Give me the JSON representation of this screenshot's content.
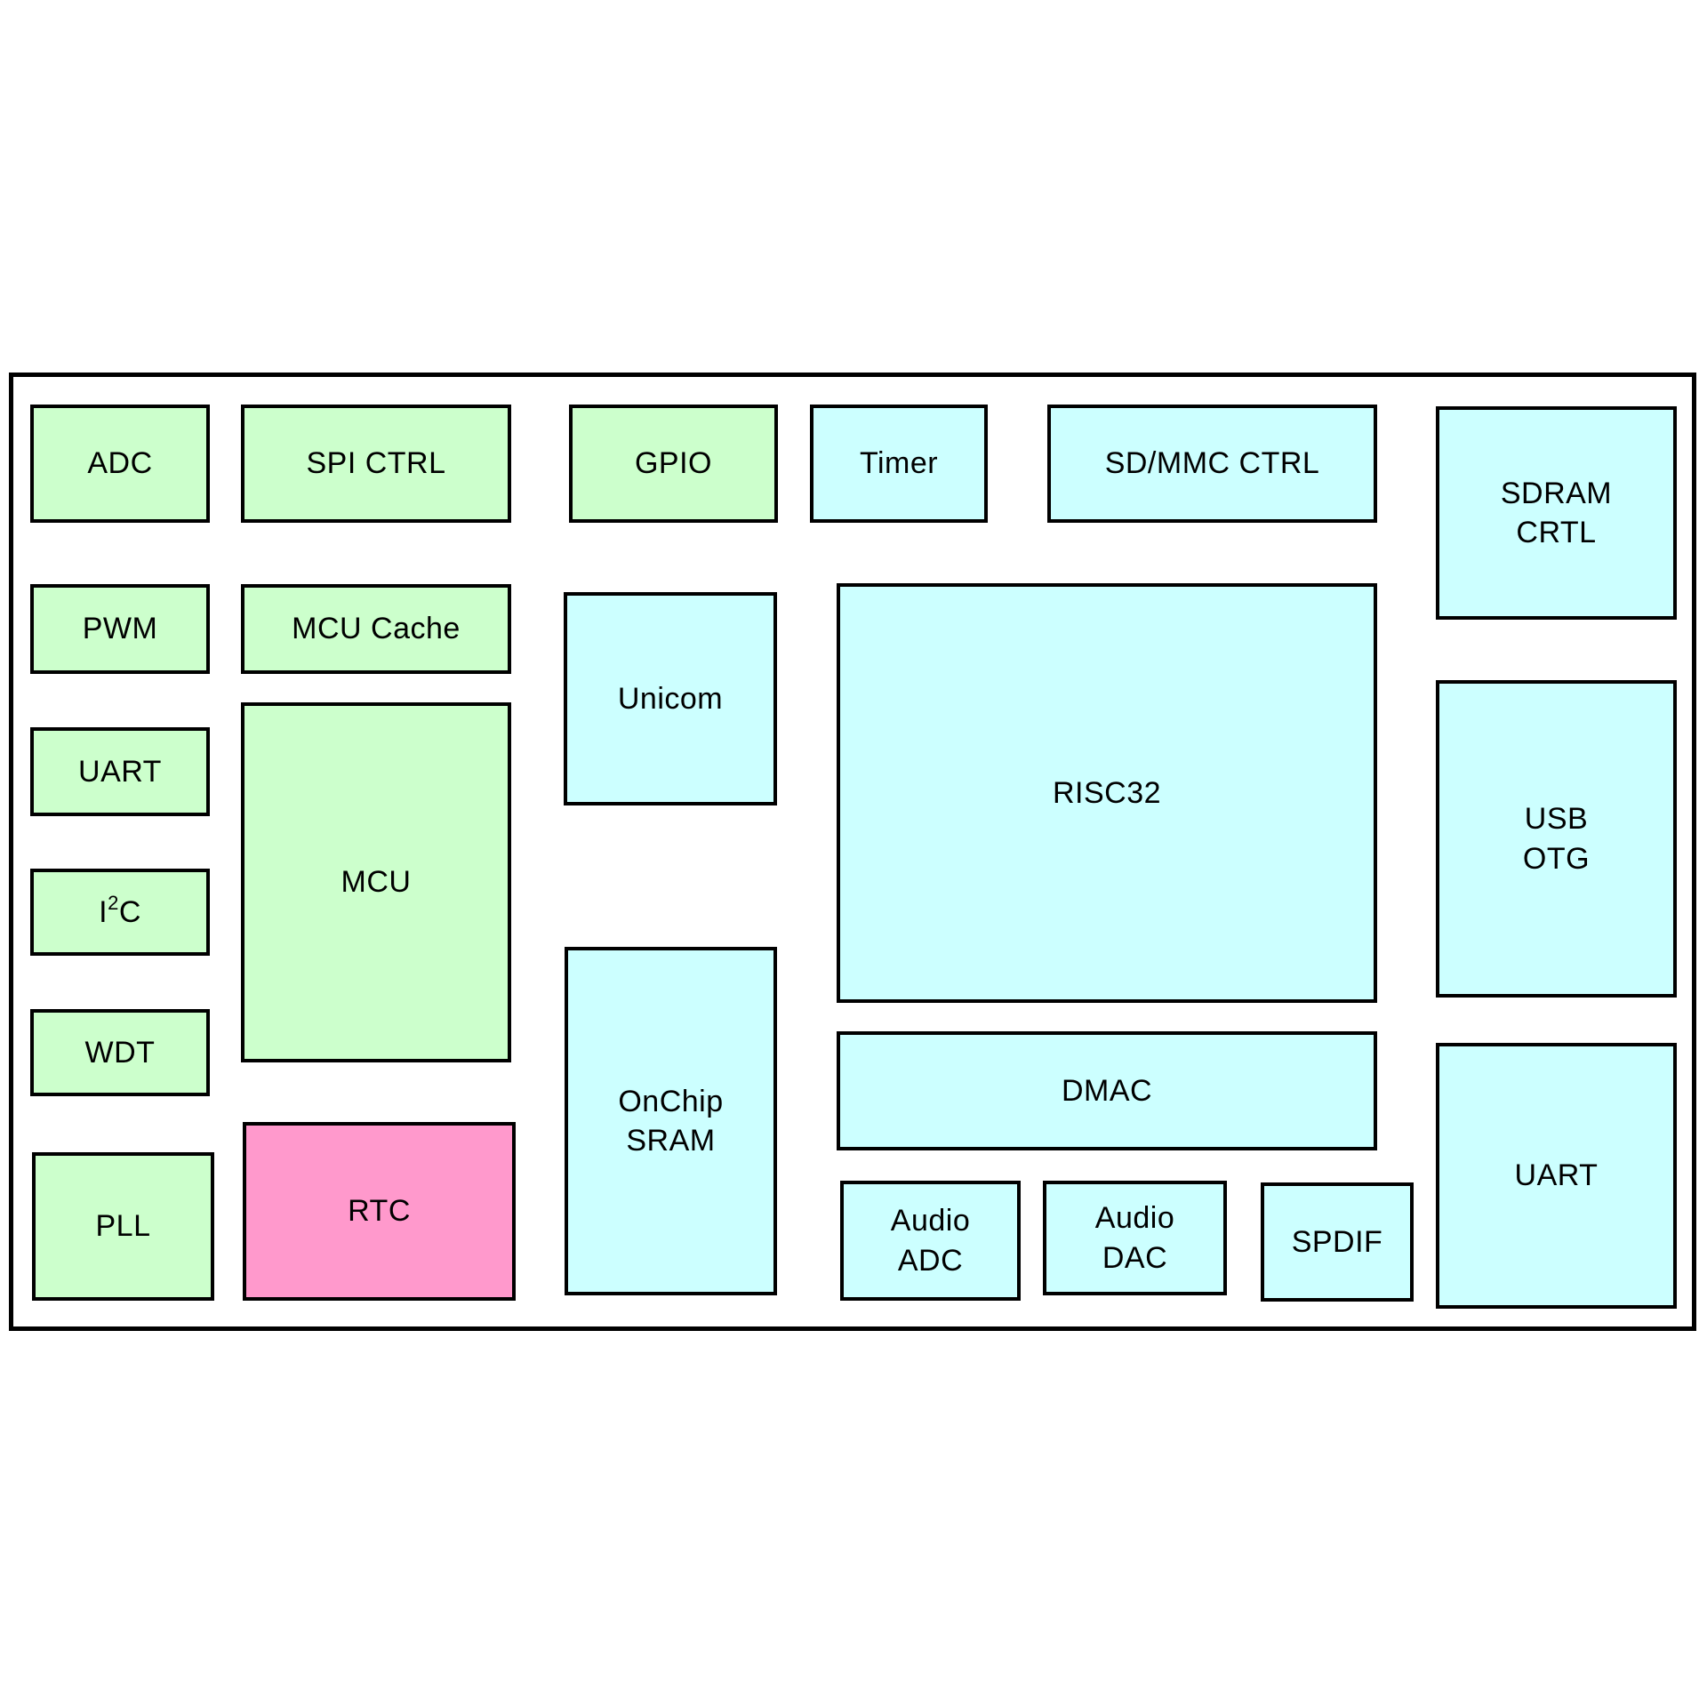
{
  "palette": {
    "green": "#ccffcc",
    "cyan": "#ccffff",
    "pink": "#ff99cc",
    "border": "#000000",
    "background": "#ffffff",
    "text": "#000000"
  },
  "blocks": [
    {
      "name": "adc",
      "label": "ADC",
      "color": "green"
    },
    {
      "name": "spi-ctrl",
      "label": "SPI CTRL",
      "color": "green"
    },
    {
      "name": "gpio",
      "label": "GPIO",
      "color": "green"
    },
    {
      "name": "timer",
      "label": "Timer",
      "color": "cyan"
    },
    {
      "name": "sd-mmc-ctrl",
      "label": "SD/MMC CTRL",
      "color": "cyan"
    },
    {
      "name": "sdram-crtl",
      "label": "SDRAM\nCRTL",
      "color": "cyan"
    },
    {
      "name": "pwm",
      "label": "PWM",
      "color": "green"
    },
    {
      "name": "mcu-cache",
      "label": "MCU Cache",
      "color": "green"
    },
    {
      "name": "unicom",
      "label": "Unicom",
      "color": "cyan"
    },
    {
      "name": "risc32",
      "label": "RISC32",
      "color": "cyan"
    },
    {
      "name": "usb-otg",
      "label": "USB\nOTG",
      "color": "cyan"
    },
    {
      "name": "uart-left",
      "label": "UART",
      "color": "green"
    },
    {
      "name": "mcu",
      "label": "MCU",
      "color": "green"
    },
    {
      "name": "i2c",
      "label": "I²C",
      "parts": {
        "pre": "I",
        "sup": "2",
        "post": "C"
      },
      "color": "green"
    },
    {
      "name": "wdt",
      "label": "WDT",
      "color": "green"
    },
    {
      "name": "pll",
      "label": "PLL",
      "color": "green"
    },
    {
      "name": "rtc",
      "label": "RTC",
      "color": "pink"
    },
    {
      "name": "onchip-sram",
      "label": "OnChip\nSRAM",
      "color": "cyan"
    },
    {
      "name": "dmac",
      "label": "DMAC",
      "color": "cyan"
    },
    {
      "name": "audio-adc",
      "label": "Audio\nADC",
      "color": "cyan"
    },
    {
      "name": "audio-dac",
      "label": "Audio\nDAC",
      "color": "cyan"
    },
    {
      "name": "spdif",
      "label": "SPDIF",
      "color": "cyan"
    },
    {
      "name": "uart-right",
      "label": "UART",
      "color": "cyan"
    }
  ]
}
